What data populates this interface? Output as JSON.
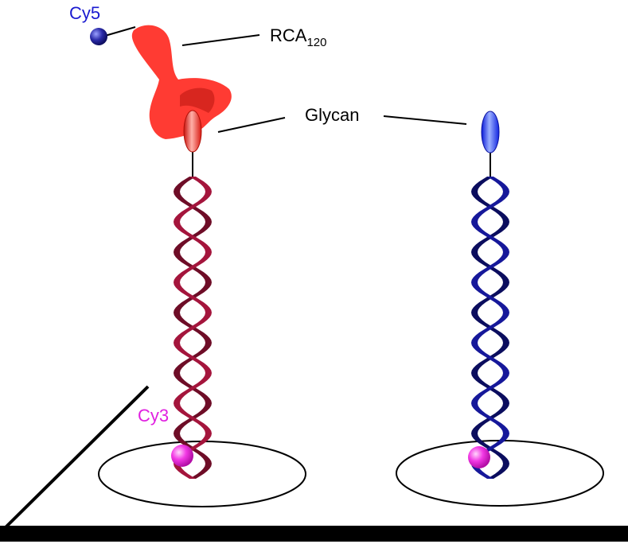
{
  "labels": {
    "cy5": "Cy5",
    "rca_main": "RCA",
    "rca_sub": "120",
    "glycan": "Glycan",
    "cy3": "Cy3"
  },
  "colors": {
    "red_helix": "#a4153c",
    "red_helix_dark": "#6e0d27",
    "blue_helix": "#16189a",
    "blue_helix_dark": "#0b0d5e",
    "lectin": "#ff3b33",
    "lectin_shadow": "#d8261f",
    "glycan_red": "#e8231c",
    "glycan_blue": "#1a2bff",
    "cy5_dye": "#1a1a8c",
    "cy3_dye": "#ee22dd",
    "cy5_text": "#1a1ad0",
    "cy3_text": "#e020e0",
    "ink": "#000000"
  }
}
